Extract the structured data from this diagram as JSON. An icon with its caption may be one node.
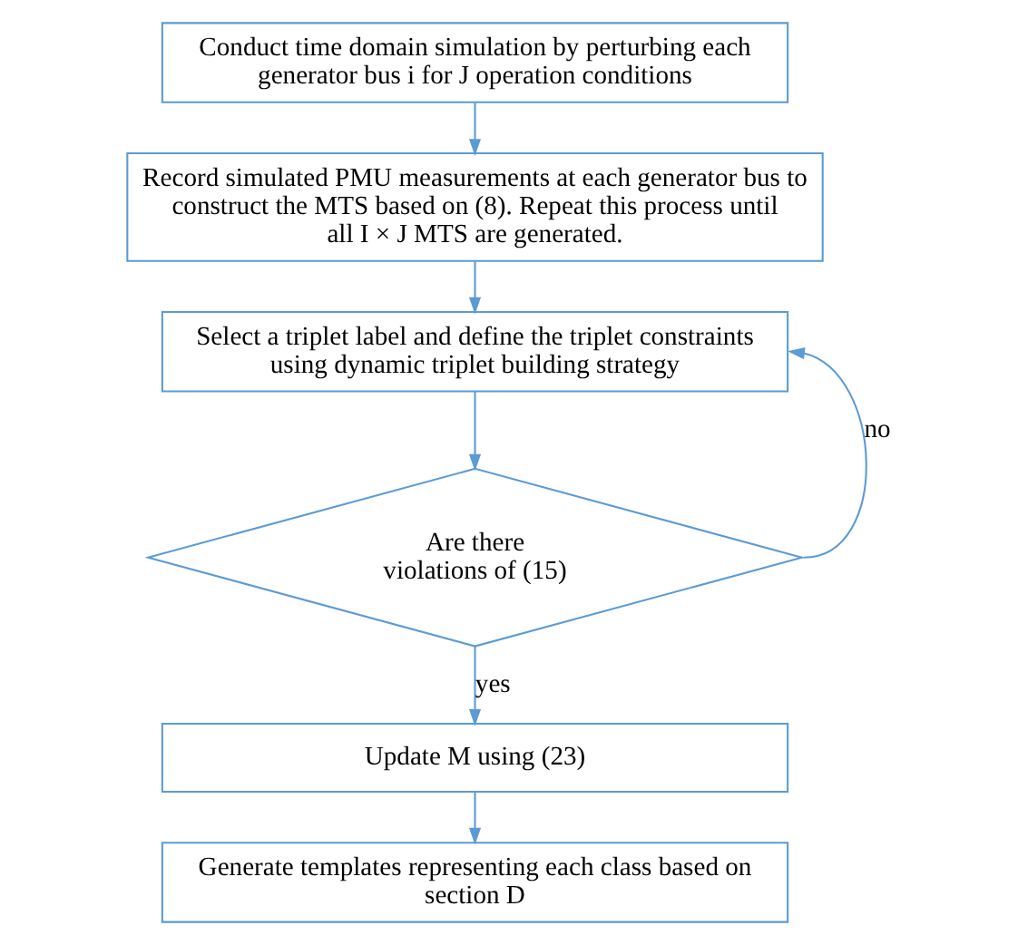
{
  "diagram": {
    "nodes": [
      {
        "text": [
          "Conduct time domain simulation by perturbing each generator bus i for J operation conditions"
        ]
      },
      {
        "text": [
          "Record simulated PMU measurements at each generator bus to construct the MTS based on (8). Repeat this process until all I × J MTS are generated."
        ]
      },
      {
        "text": [
          "Select a triplet label and define the triplet constraints using dynamic triplet building strategy"
        ]
      },
      {
        "text": [
          "Are there violations of (15)"
        ]
      },
      {
        "text": [
          "Update M using (23)"
        ]
      },
      {
        "text": [
          "Generate templates representing each class based on section D"
        ]
      }
    ],
    "edges": [
      {
        "from": 0,
        "to": 1,
        "arrow": "to"
      },
      {
        "from": 1,
        "to": 2,
        "arrow": "to"
      },
      {
        "from": 2,
        "to": 3,
        "arrow": "to"
      },
      {
        "from": 3,
        "to": 4,
        "arrow": "to",
        "label": "yes"
      },
      {
        "from": 4,
        "to": 5,
        "arrow": "to"
      },
      {
        "from": 3,
        "to": 2,
        "arrow": "to",
        "label": "no"
      }
    ]
  }
}
